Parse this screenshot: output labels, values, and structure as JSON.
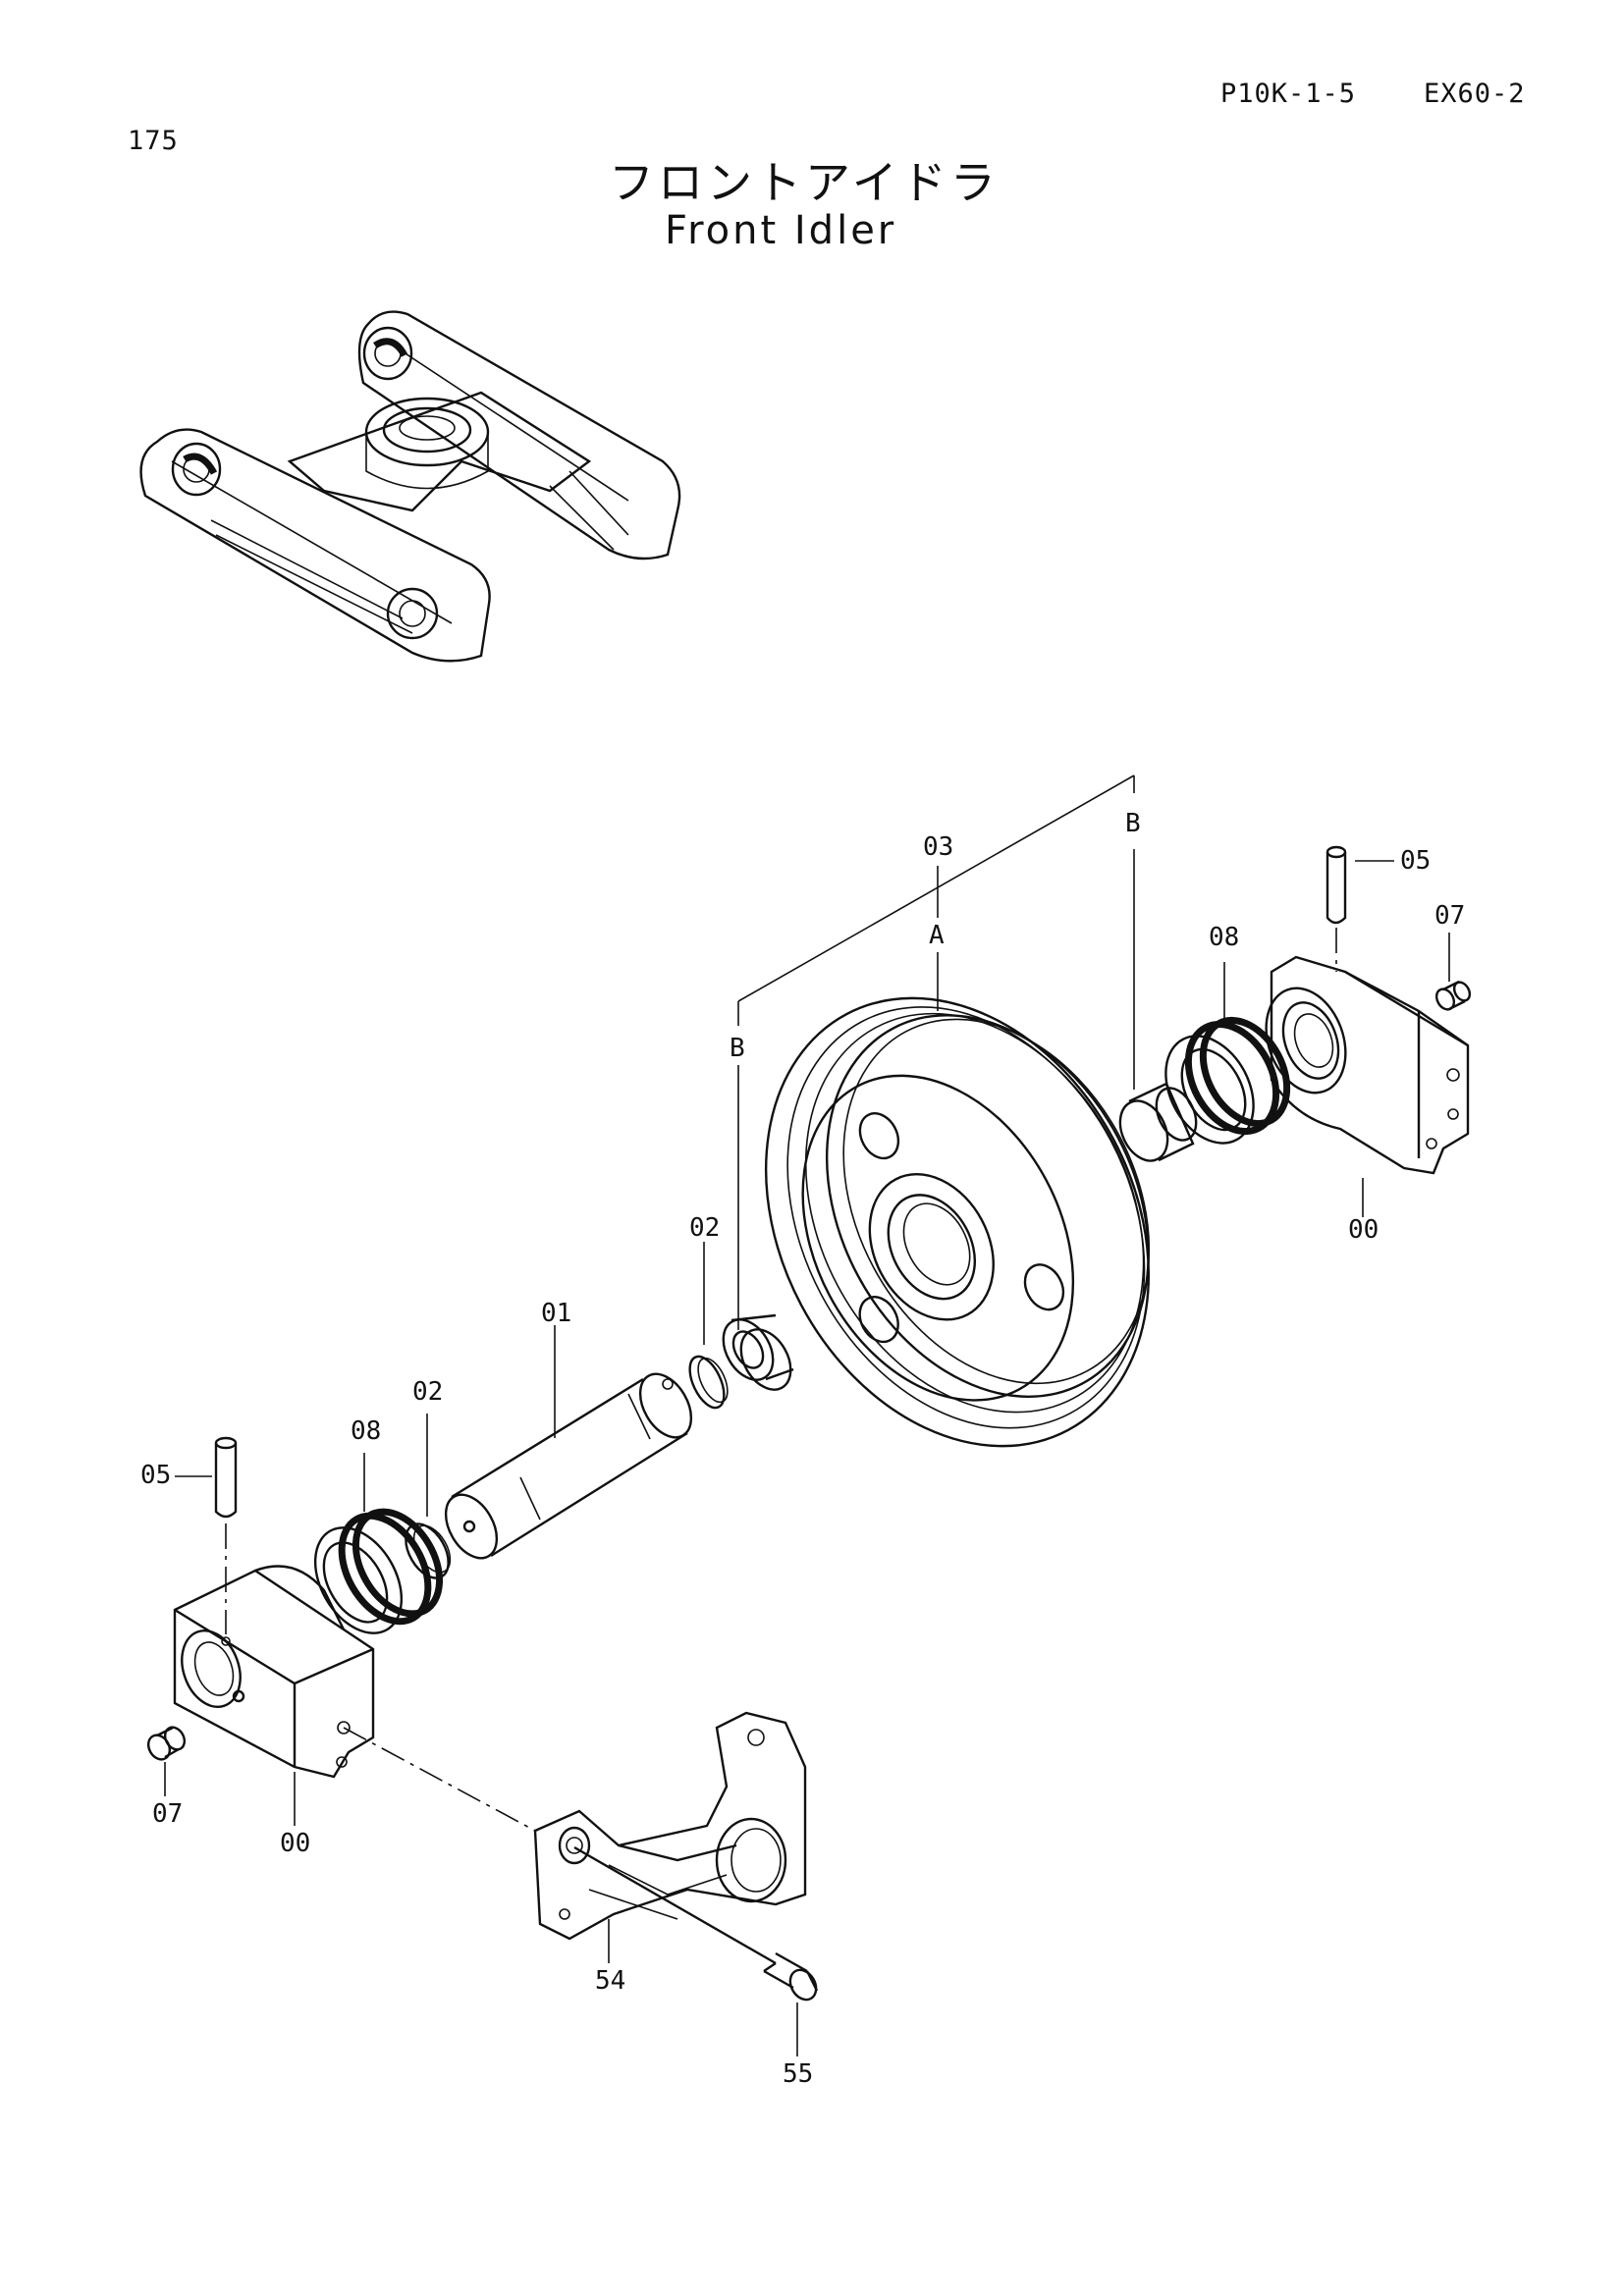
{
  "header": {
    "page_number": "175",
    "page_code": "P10K-1-5",
    "model": "EX60-2"
  },
  "title": {
    "japanese": "フロントアイドラ",
    "english": "Front Idler"
  },
  "parts": {
    "p00_right": "00",
    "p00_left": "00",
    "p01": "01",
    "p02_upper": "02",
    "p02_lower": "02",
    "p03": "03",
    "p05_right": "05",
    "p05_left": "05",
    "p07_right": "07",
    "p07_left": "07",
    "p08_right": "08",
    "p08_left": "08",
    "p54": "54",
    "p55": "55"
  },
  "refs": {
    "a": "A",
    "b_left": "B",
    "b_right": "B"
  }
}
